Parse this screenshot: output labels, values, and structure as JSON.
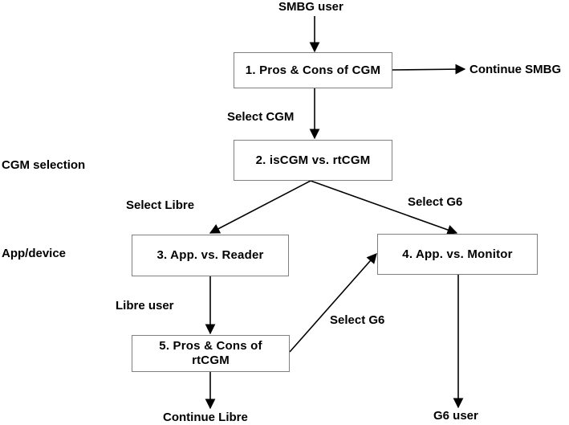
{
  "nodes": {
    "start": "SMBG user",
    "box1": "1.  Pros & Cons of CGM",
    "continue_smbg": "Continue SMBG",
    "box2": "2.  isCGM vs. rtCGM",
    "box3": "3.  App. vs. Reader",
    "box4": "4.  App. vs. Monitor",
    "box5_line1": "5.   Pros & Cons of",
    "box5_line2": "rtCGM",
    "continue_libre": "Continue Libre",
    "g6_user": "G6 user"
  },
  "edge_labels": {
    "select_cgm": "Select CGM",
    "select_libre": "Select Libre",
    "select_g6_top": "Select G6",
    "libre_user": "Libre user",
    "select_g6_mid": "Select G6"
  },
  "stage_labels": {
    "cgm_selection": "CGM selection",
    "app_device": "App/device"
  },
  "colors": {
    "box_border": "#7f7f7f",
    "arrow": "#000000"
  }
}
